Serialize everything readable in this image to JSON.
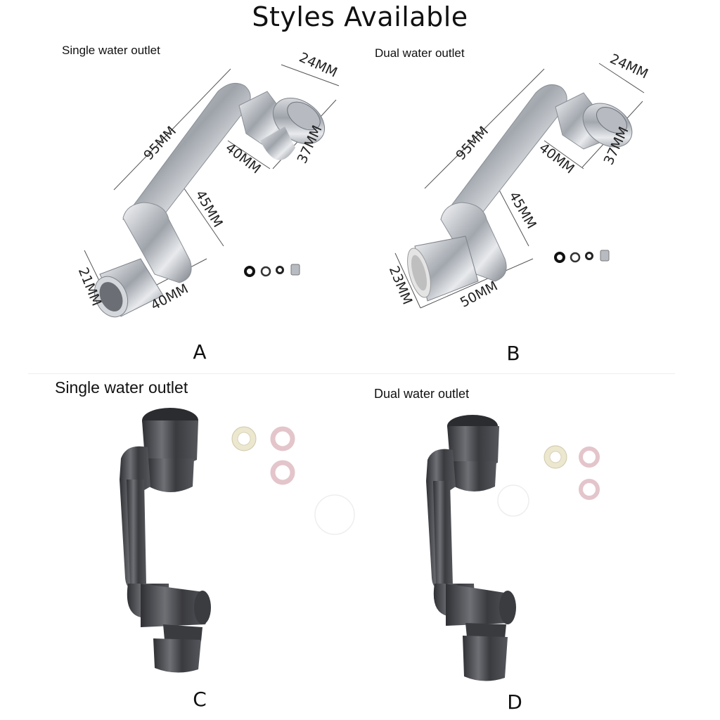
{
  "title": "Styles Available",
  "panels": {
    "a": {
      "caption": "Single water outlet",
      "letter": "A",
      "dims": {
        "top_length": "95MM",
        "inlet": "24MM",
        "inlet_height": "37MM",
        "elbow": "40MM",
        "lower": "45MM",
        "outlet_height": "21MM",
        "outlet_width": "40MM"
      }
    },
    "b": {
      "caption": "Dual water outlet",
      "letter": "B",
      "dims": {
        "top_length": "95MM",
        "inlet": "24MM",
        "inlet_height": "37MM",
        "elbow": "40MM",
        "lower": "45MM",
        "outlet_height": "23MM",
        "outlet_width": "50MM"
      }
    },
    "c": {
      "caption": "Single water outlet",
      "letter": "C"
    },
    "d": {
      "caption": "Dual water outlet",
      "letter": "D"
    }
  },
  "colors": {
    "chrome": "#c9ccd1",
    "gunmetal": "#4a4b4f",
    "washer_pink": "#e9d2d6",
    "washer_cream": "#ece7cf"
  }
}
